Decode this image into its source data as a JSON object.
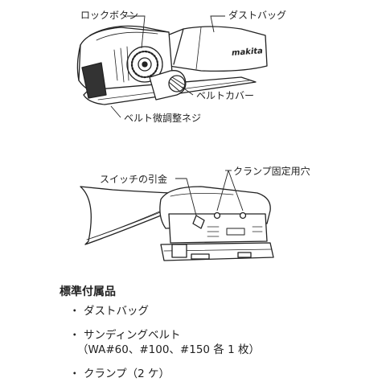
{
  "diagram1": {
    "labels": {
      "lock_button": "ロックボタン",
      "dust_bag": "ダストバッグ",
      "belt_cover": "ベルトカバー",
      "belt_adjust_screw": "ベルト微調整ネジ"
    },
    "brand": "makita"
  },
  "diagram2": {
    "labels": {
      "switch_trigger": "スイッチの引金",
      "clamp_holes": "クランプ固定用穴"
    }
  },
  "accessories": {
    "title": "標準付属品",
    "bullet": "・",
    "items": [
      {
        "label": "ダストバッグ"
      },
      {
        "label": "サンディングベルト",
        "detail": "（WA#60、#100、#150 各 1 枚）"
      },
      {
        "label": "クランプ（2 ケ）"
      }
    ]
  }
}
